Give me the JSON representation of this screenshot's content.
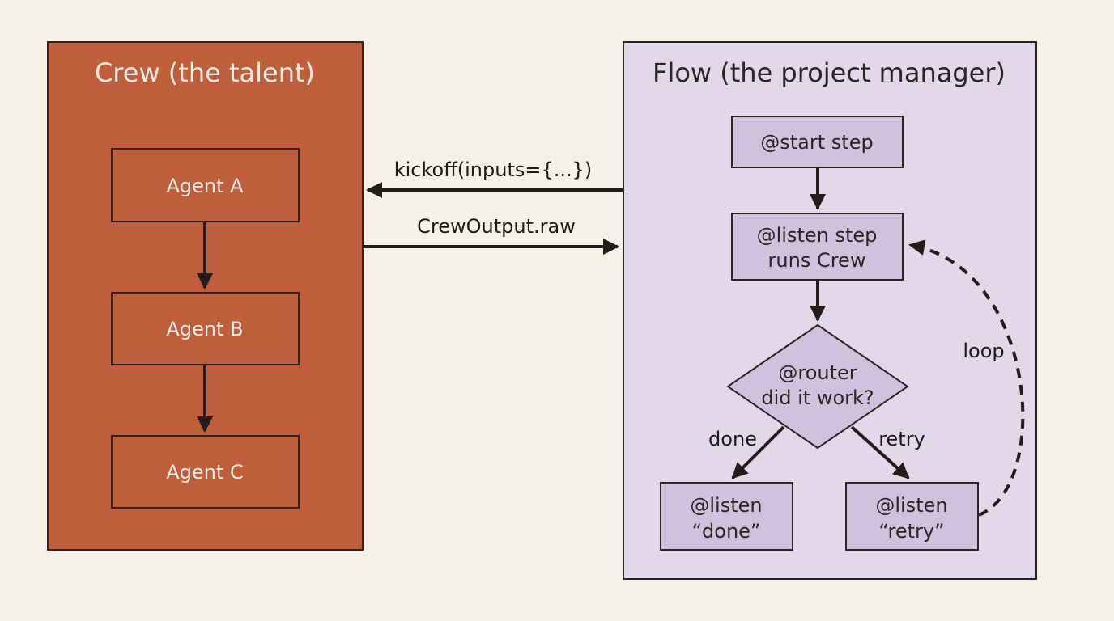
{
  "crew": {
    "title": "Crew (the talent)",
    "agents": [
      "Agent A",
      "Agent B",
      "Agent C"
    ]
  },
  "flow": {
    "title": "Flow (the project manager)",
    "start_step": "@start step",
    "listen_step": [
      "@listen step",
      "runs Crew"
    ],
    "router": [
      "@router",
      "did it work?"
    ],
    "listen_done": [
      "@listen",
      "“done”"
    ],
    "listen_retry": [
      "@listen",
      "“retry”"
    ]
  },
  "edges": {
    "kickoff": "kickoff(inputs={...})",
    "output": "CrewOutput.raw",
    "done": "done",
    "retry": "retry",
    "loop": "loop"
  },
  "colors": {
    "crew": "#bf5e3b",
    "flow_panel": "#e3d8ea",
    "flow_step": "#d1c1de",
    "background": "#f5f1e6"
  }
}
